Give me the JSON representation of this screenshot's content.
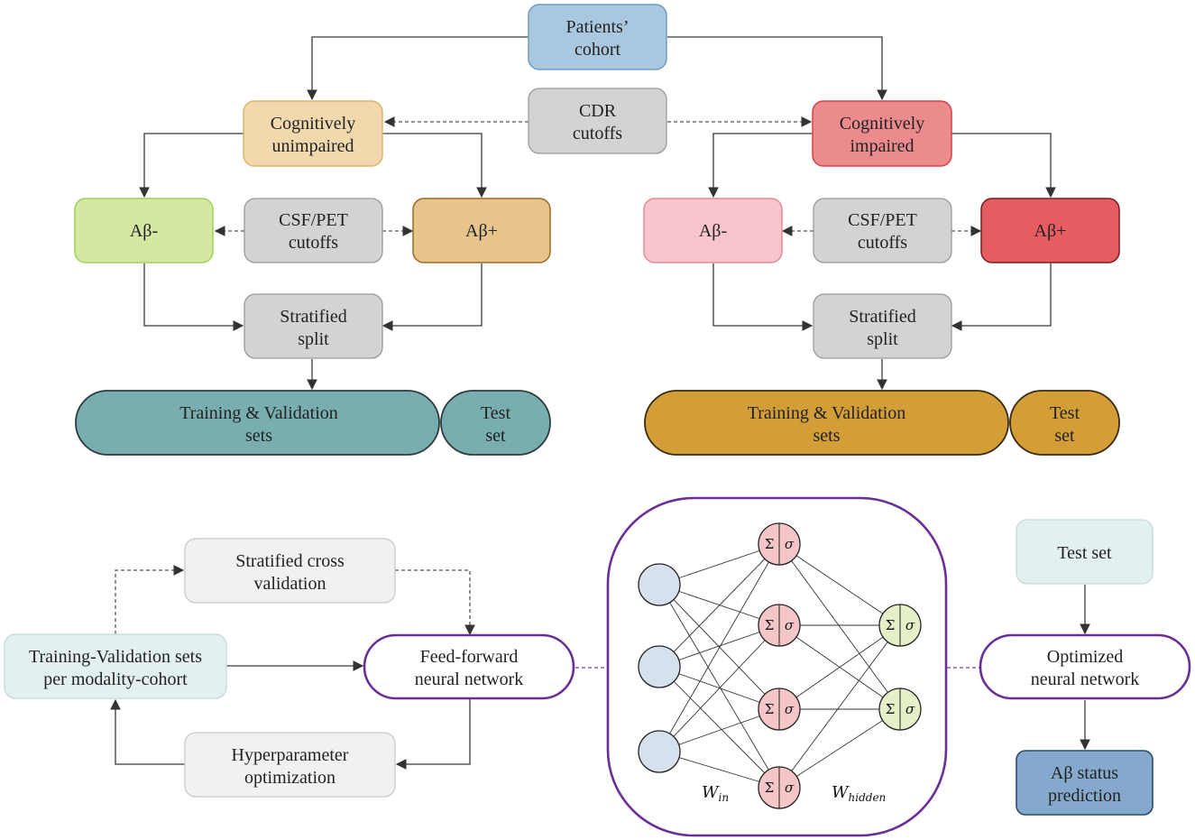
{
  "nodes": {
    "patients": [
      "Patients’",
      "cohort"
    ],
    "cdr": [
      "CDR",
      "cutoffs"
    ],
    "cu": [
      "Cognitively",
      "unimpaired"
    ],
    "ci": [
      "Cognitively",
      "impaired"
    ],
    "csf_left": [
      "CSF/PET",
      "cutoffs"
    ],
    "csf_right": [
      "CSF/PET",
      "cutoffs"
    ],
    "abneg_left": "Aβ-",
    "abpos_left": "Aβ+",
    "abneg_right": "Aβ-",
    "abpos_right": "Aβ+",
    "split_left": [
      "Stratified",
      "split"
    ],
    "split_right": [
      "Stratified",
      "split"
    ],
    "trainval_left": [
      "Training & Validation",
      "sets"
    ],
    "test_left": [
      "Test",
      "set"
    ],
    "trainval_right": [
      "Training & Validation",
      "sets"
    ],
    "test_right": [
      "Test",
      "set"
    ],
    "strat_cv": [
      "Stratified cross",
      "validation"
    ],
    "tv_sets": [
      "Training-Validation sets",
      "per modality-cohort"
    ],
    "ffnn": [
      "Feed-forward",
      "neural network"
    ],
    "hyperopt": [
      "Hyperparameter",
      "optimization"
    ],
    "testset": "Test set",
    "optnn": [
      "Optimized",
      "neural network"
    ],
    "prediction": [
      "Aβ status",
      "prediction"
    ]
  },
  "network": {
    "neuron_sum": "Σ",
    "neuron_act": "σ",
    "w_in": "W",
    "w_in_sub": "in",
    "w_hidden": "W",
    "w_hidden_sub": "hidden",
    "layers": [
      3,
      4,
      2
    ]
  },
  "colors": {
    "patients": "#a9c8e0",
    "gray_box": "#d4d2d3",
    "cu": "#f1d8ad",
    "ci": "#ec8b8e",
    "abneg_left": "#d4e8a2",
    "abpos_left": "#e7c48e",
    "abneg_right": "#f7c5cb",
    "abpos_right": "#e55c61",
    "teal": "#79aeb1",
    "gold": "#d39e37",
    "light_gray": "#f1f1f1",
    "light_teal": "#e3f0f0",
    "purple": "#6b2d97",
    "pred_blue": "#84a9cc",
    "input_neuron": "#d5e2ee",
    "hidden_neuron": "#f5c6c8",
    "output_neuron": "#e6f0c8"
  }
}
